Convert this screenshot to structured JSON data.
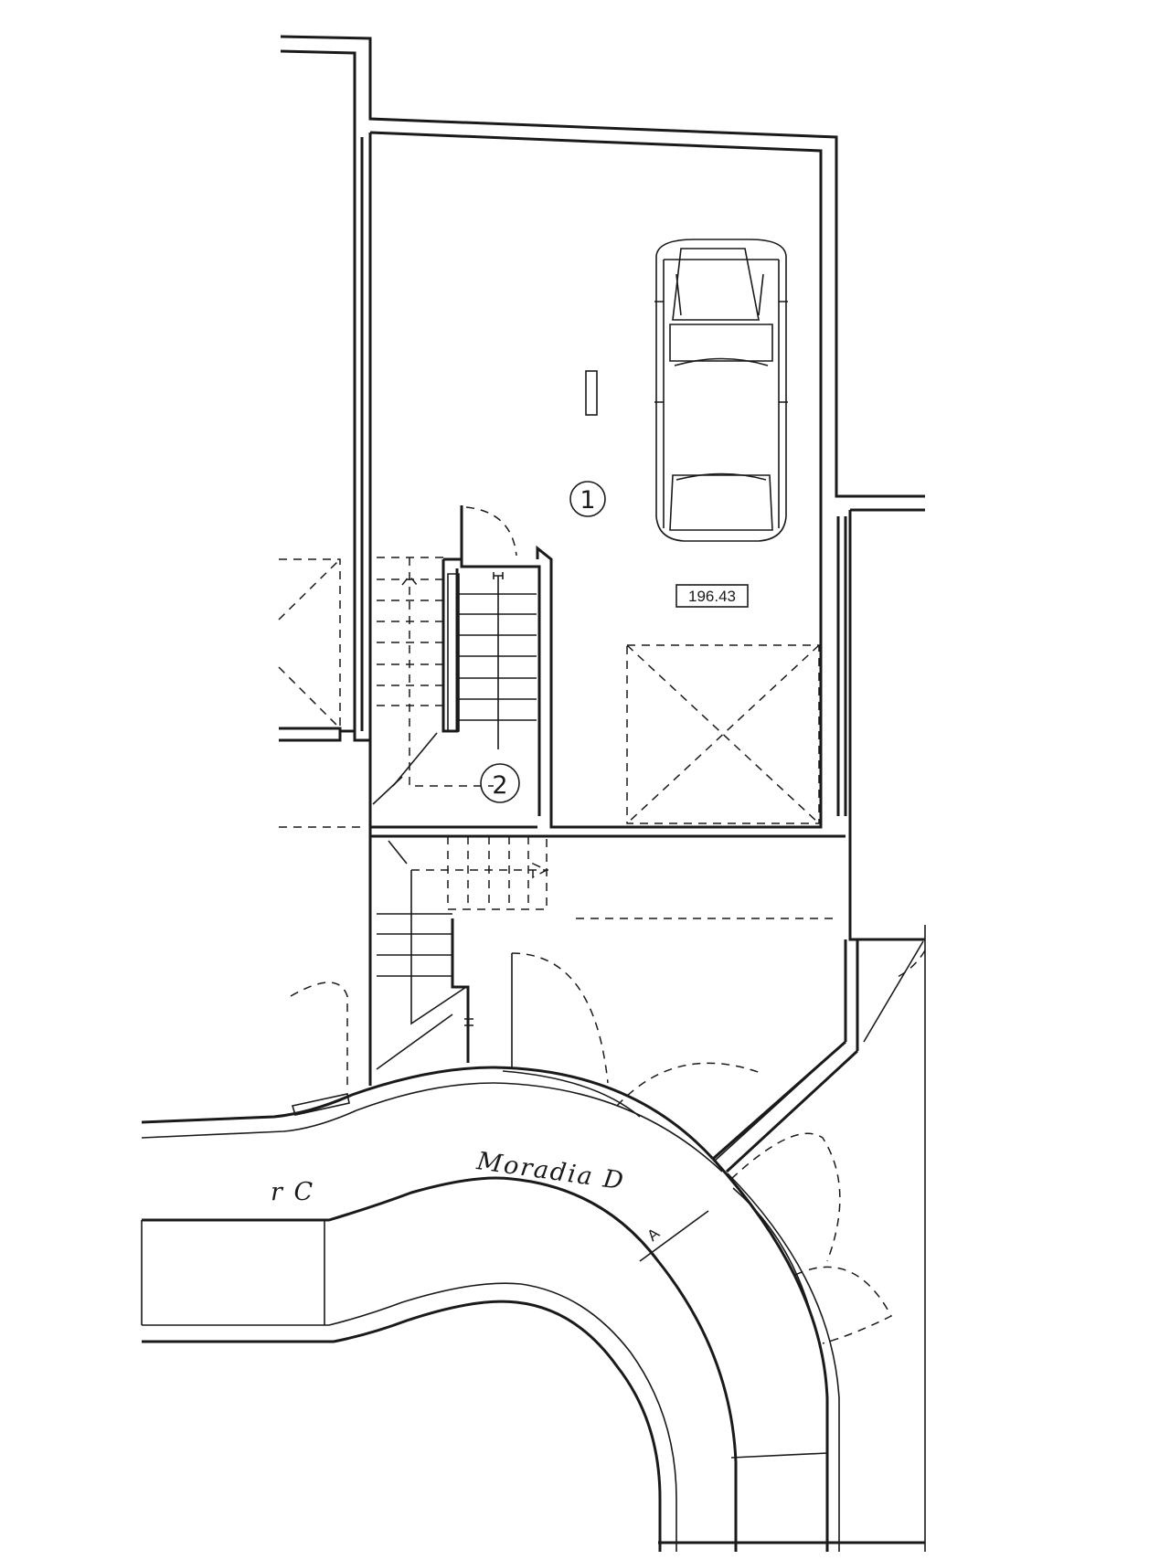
{
  "labels": {
    "room_1": "1",
    "room_2": "2",
    "elevation": "196.43",
    "street_left": "r  C",
    "street_right": "Moradia  D",
    "section_marker": "A"
  }
}
